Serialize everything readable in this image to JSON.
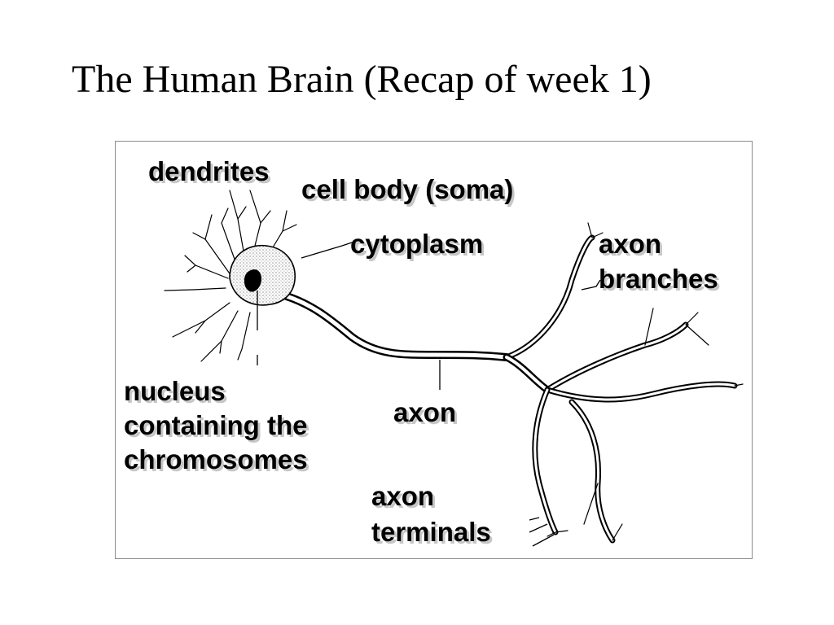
{
  "slide": {
    "title": "The Human Brain (Recap of week 1)"
  },
  "diagram": {
    "labels": {
      "dendrites": "dendrites",
      "cell_body": "cell body (soma)",
      "cytoplasm": "cytoplasm",
      "axon_branches_line1": "axon",
      "axon_branches_line2": "branches",
      "nucleus_line1": "nucleus",
      "nucleus_line2": "containing the",
      "nucleus_line3": "chromosomes",
      "axon": "axon",
      "axon_terminals_line1": "axon",
      "axon_terminals_line2": "terminals"
    }
  }
}
